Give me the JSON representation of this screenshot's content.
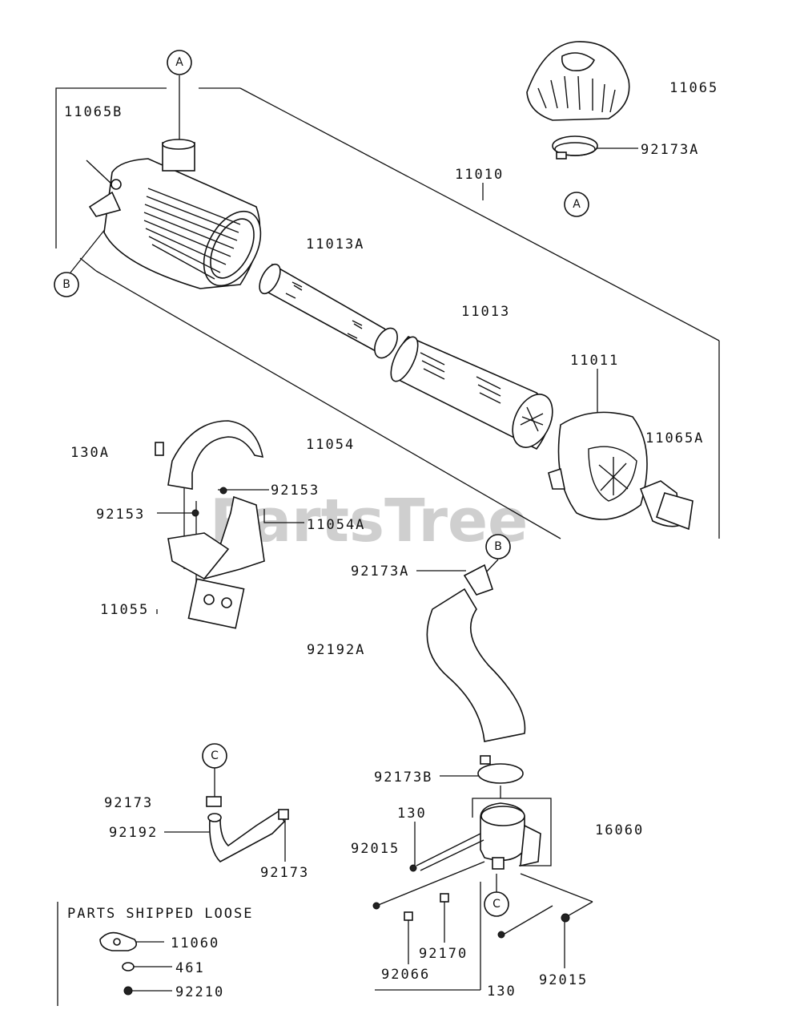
{
  "watermark": "PartsTree",
  "callouts": {
    "c1": "A",
    "c2": "A",
    "c3": "B",
    "c4": "B",
    "c5": "C",
    "c6": "C"
  },
  "part_labels": {
    "p11065B": "11065B",
    "p11065": "11065",
    "p92173A_top": "92173A",
    "p11010": "11010",
    "p11013A": "11013A",
    "p11013": "11013",
    "p11011": "11011",
    "p11065A": "11065A",
    "p130A": "130A",
    "p11054": "11054",
    "p92153_a": "92153",
    "p92153_b": "92153",
    "p11054A": "11054A",
    "p92173A_mid": "92173A",
    "p11055": "11055",
    "p92192A": "92192A",
    "p92173_a": "92173",
    "p92192": "92192",
    "p92173_b": "92173",
    "p92173B": "92173B",
    "p130_top": "130",
    "p92015_a": "92015",
    "p16060": "16060",
    "p92170": "92170",
    "p92066": "92066",
    "p92015_b": "92015",
    "p130_bot": "130"
  },
  "loose_parts": {
    "heading": "PARTS SHIPPED LOOSE",
    "items": [
      "11060",
      "461",
      "92210"
    ]
  }
}
